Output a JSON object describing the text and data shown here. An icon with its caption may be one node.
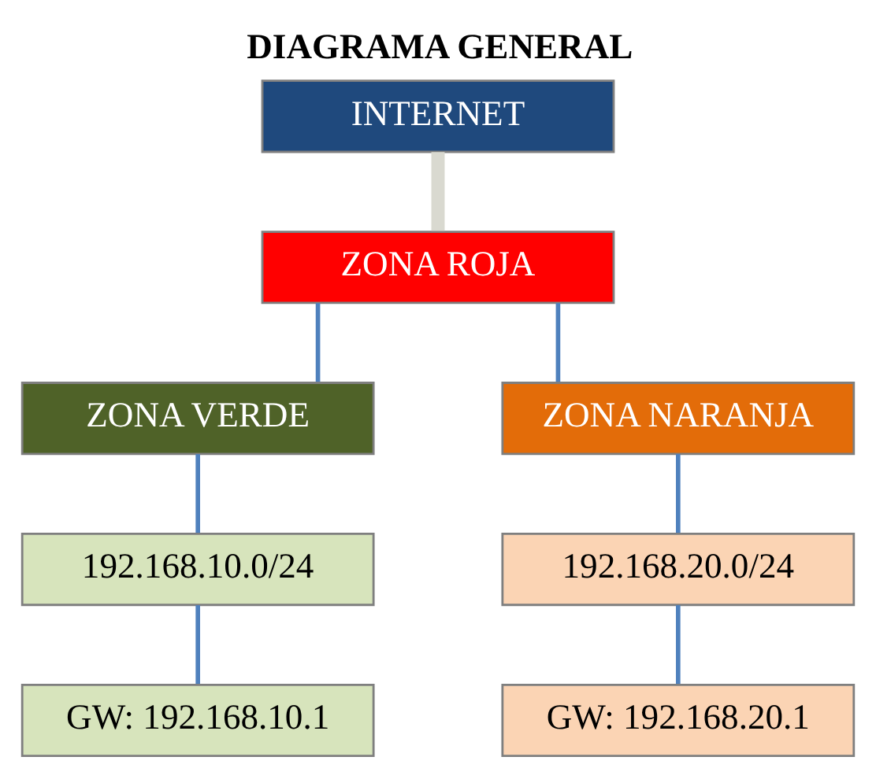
{
  "diagram": {
    "title": "DIAGRAMA GENERAL",
    "nodes": [
      {
        "text": [
          "INTERNET"
        ]
      },
      {
        "text": [
          "ZONA ROJA"
        ]
      },
      {
        "text": [
          "ZONA VERDE"
        ]
      },
      {
        "text": [
          "ZONA NARANJA"
        ]
      },
      {
        "text": [
          "192.168.10.0/24"
        ]
      },
      {
        "text": [
          "GW: 192.168.10.1"
        ]
      },
      {
        "text": [
          "192.168.20.0/24"
        ]
      },
      {
        "text": [
          "GW: 192.168.20.1"
        ]
      }
    ],
    "edges": [
      {
        "from": 0,
        "to": 1,
        "arrow": "none",
        "style": "thick",
        "color": "#d9d9d0"
      },
      {
        "from": 1,
        "to": 2,
        "arrow": "none"
      },
      {
        "from": 1,
        "to": 3,
        "arrow": "none"
      },
      {
        "from": 2,
        "to": 4,
        "arrow": "none"
      },
      {
        "from": 4,
        "to": 5,
        "arrow": "none"
      },
      {
        "from": 3,
        "to": 6,
        "arrow": "none"
      },
      {
        "from": 6,
        "to": 7,
        "arrow": "none"
      }
    ]
  }
}
